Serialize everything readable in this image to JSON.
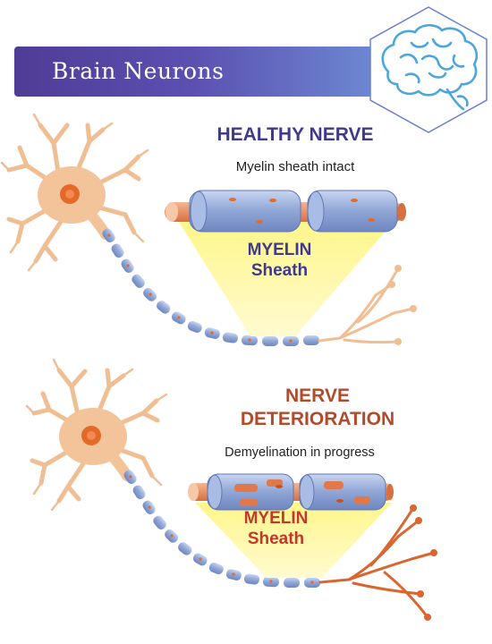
{
  "banner": {
    "title": "Brain Neurons"
  },
  "healthy": {
    "title": "HEALTHY NERVE",
    "subtitle": "Myelin sheath intact",
    "sheath_line1": "MYELIN",
    "sheath_line2": "Sheath"
  },
  "deteriorating": {
    "title_line1": "NERVE",
    "title_line2": "DETERIORATION",
    "subtitle": "Demyelination in progress",
    "sheath_line1": "MYELIN",
    "sheath_line2": "Sheath"
  },
  "colors": {
    "banner_start": "#4f3c96",
    "banner_end": "#6f8fd6",
    "brain_icon": "#4aa6dc",
    "neuron_body": "#f3c49a",
    "neuron_nucleus": "#e46a2a",
    "myelin_blue": "#9ab0dc",
    "zoom_yellow": "#fff7a0",
    "healthy_title": "#3f3a8c",
    "deterioration_title": "#b24a2c"
  },
  "icons": [
    "brain-icon"
  ]
}
